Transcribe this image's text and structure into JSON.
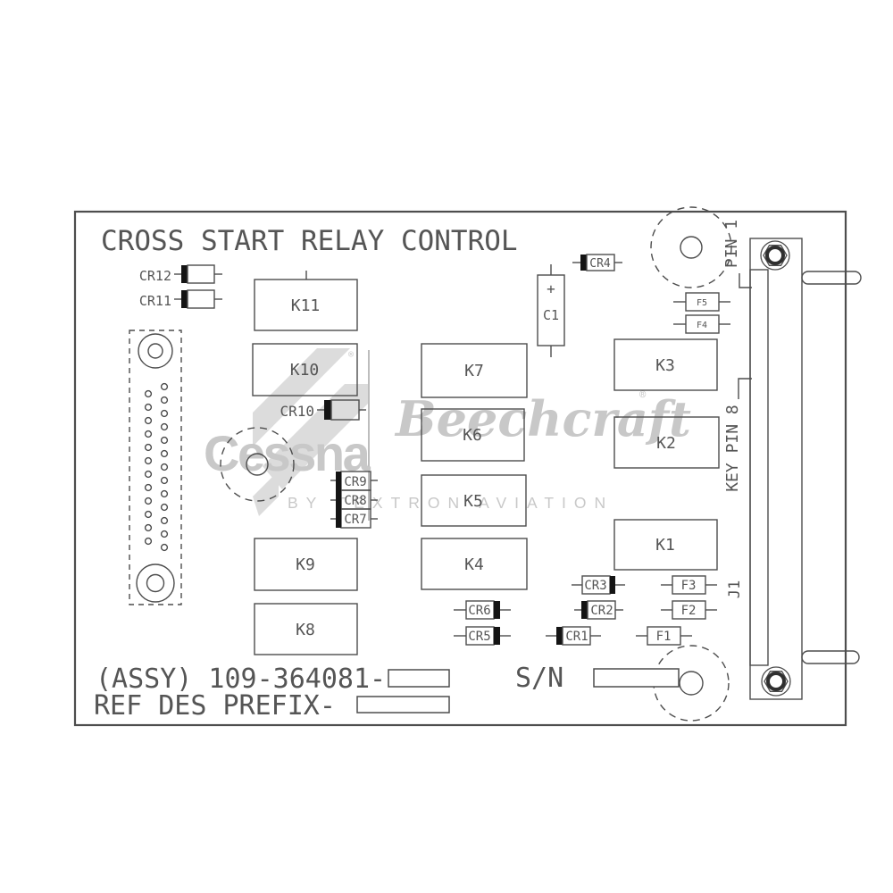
{
  "title": "CROSS START RELAY CONTROL",
  "relays": {
    "K1": "K1",
    "K2": "K2",
    "K3": "K3",
    "K4": "K4",
    "K5": "K5",
    "K6": "K6",
    "K7": "K7",
    "K8": "K8",
    "K9": "K9",
    "K10": "K10",
    "K11": "K11"
  },
  "diodes": {
    "CR1": "CR1",
    "CR2": "CR2",
    "CR3": "CR3",
    "CR4": "CR4",
    "CR5": "CR5",
    "CR6": "CR6",
    "CR7": "CR7",
    "CR8": "CR8",
    "CR9": "CR9",
    "CR10": "CR10",
    "CR11": "CR11",
    "CR12": "CR12"
  },
  "fuses": {
    "F1": "F1",
    "F2": "F2",
    "F3": "F3",
    "F4": "F4",
    "F5": "F5"
  },
  "capacitor": {
    "label": "C1",
    "polarity": "+"
  },
  "connector": {
    "label": "J1",
    "pin1": "PIN 1",
    "key_pin8": "KEY PIN 8"
  },
  "footer": {
    "assy": "(ASSY) 109-364081-",
    "ref_des": "REF DES PREFIX-",
    "sn": "S/N"
  },
  "watermark": {
    "cessna": "Cessna",
    "beechcraft": "Beechcraft",
    "tagline": "BY TEXTRON AVIATION",
    "reg": "®"
  },
  "colors": {
    "background": "#ffffff",
    "line": "#4d4d4d",
    "text": "#555555",
    "band": "#141414",
    "watermark_text": "#c8c8c8",
    "watermark_logo": "#dcdcdc"
  }
}
